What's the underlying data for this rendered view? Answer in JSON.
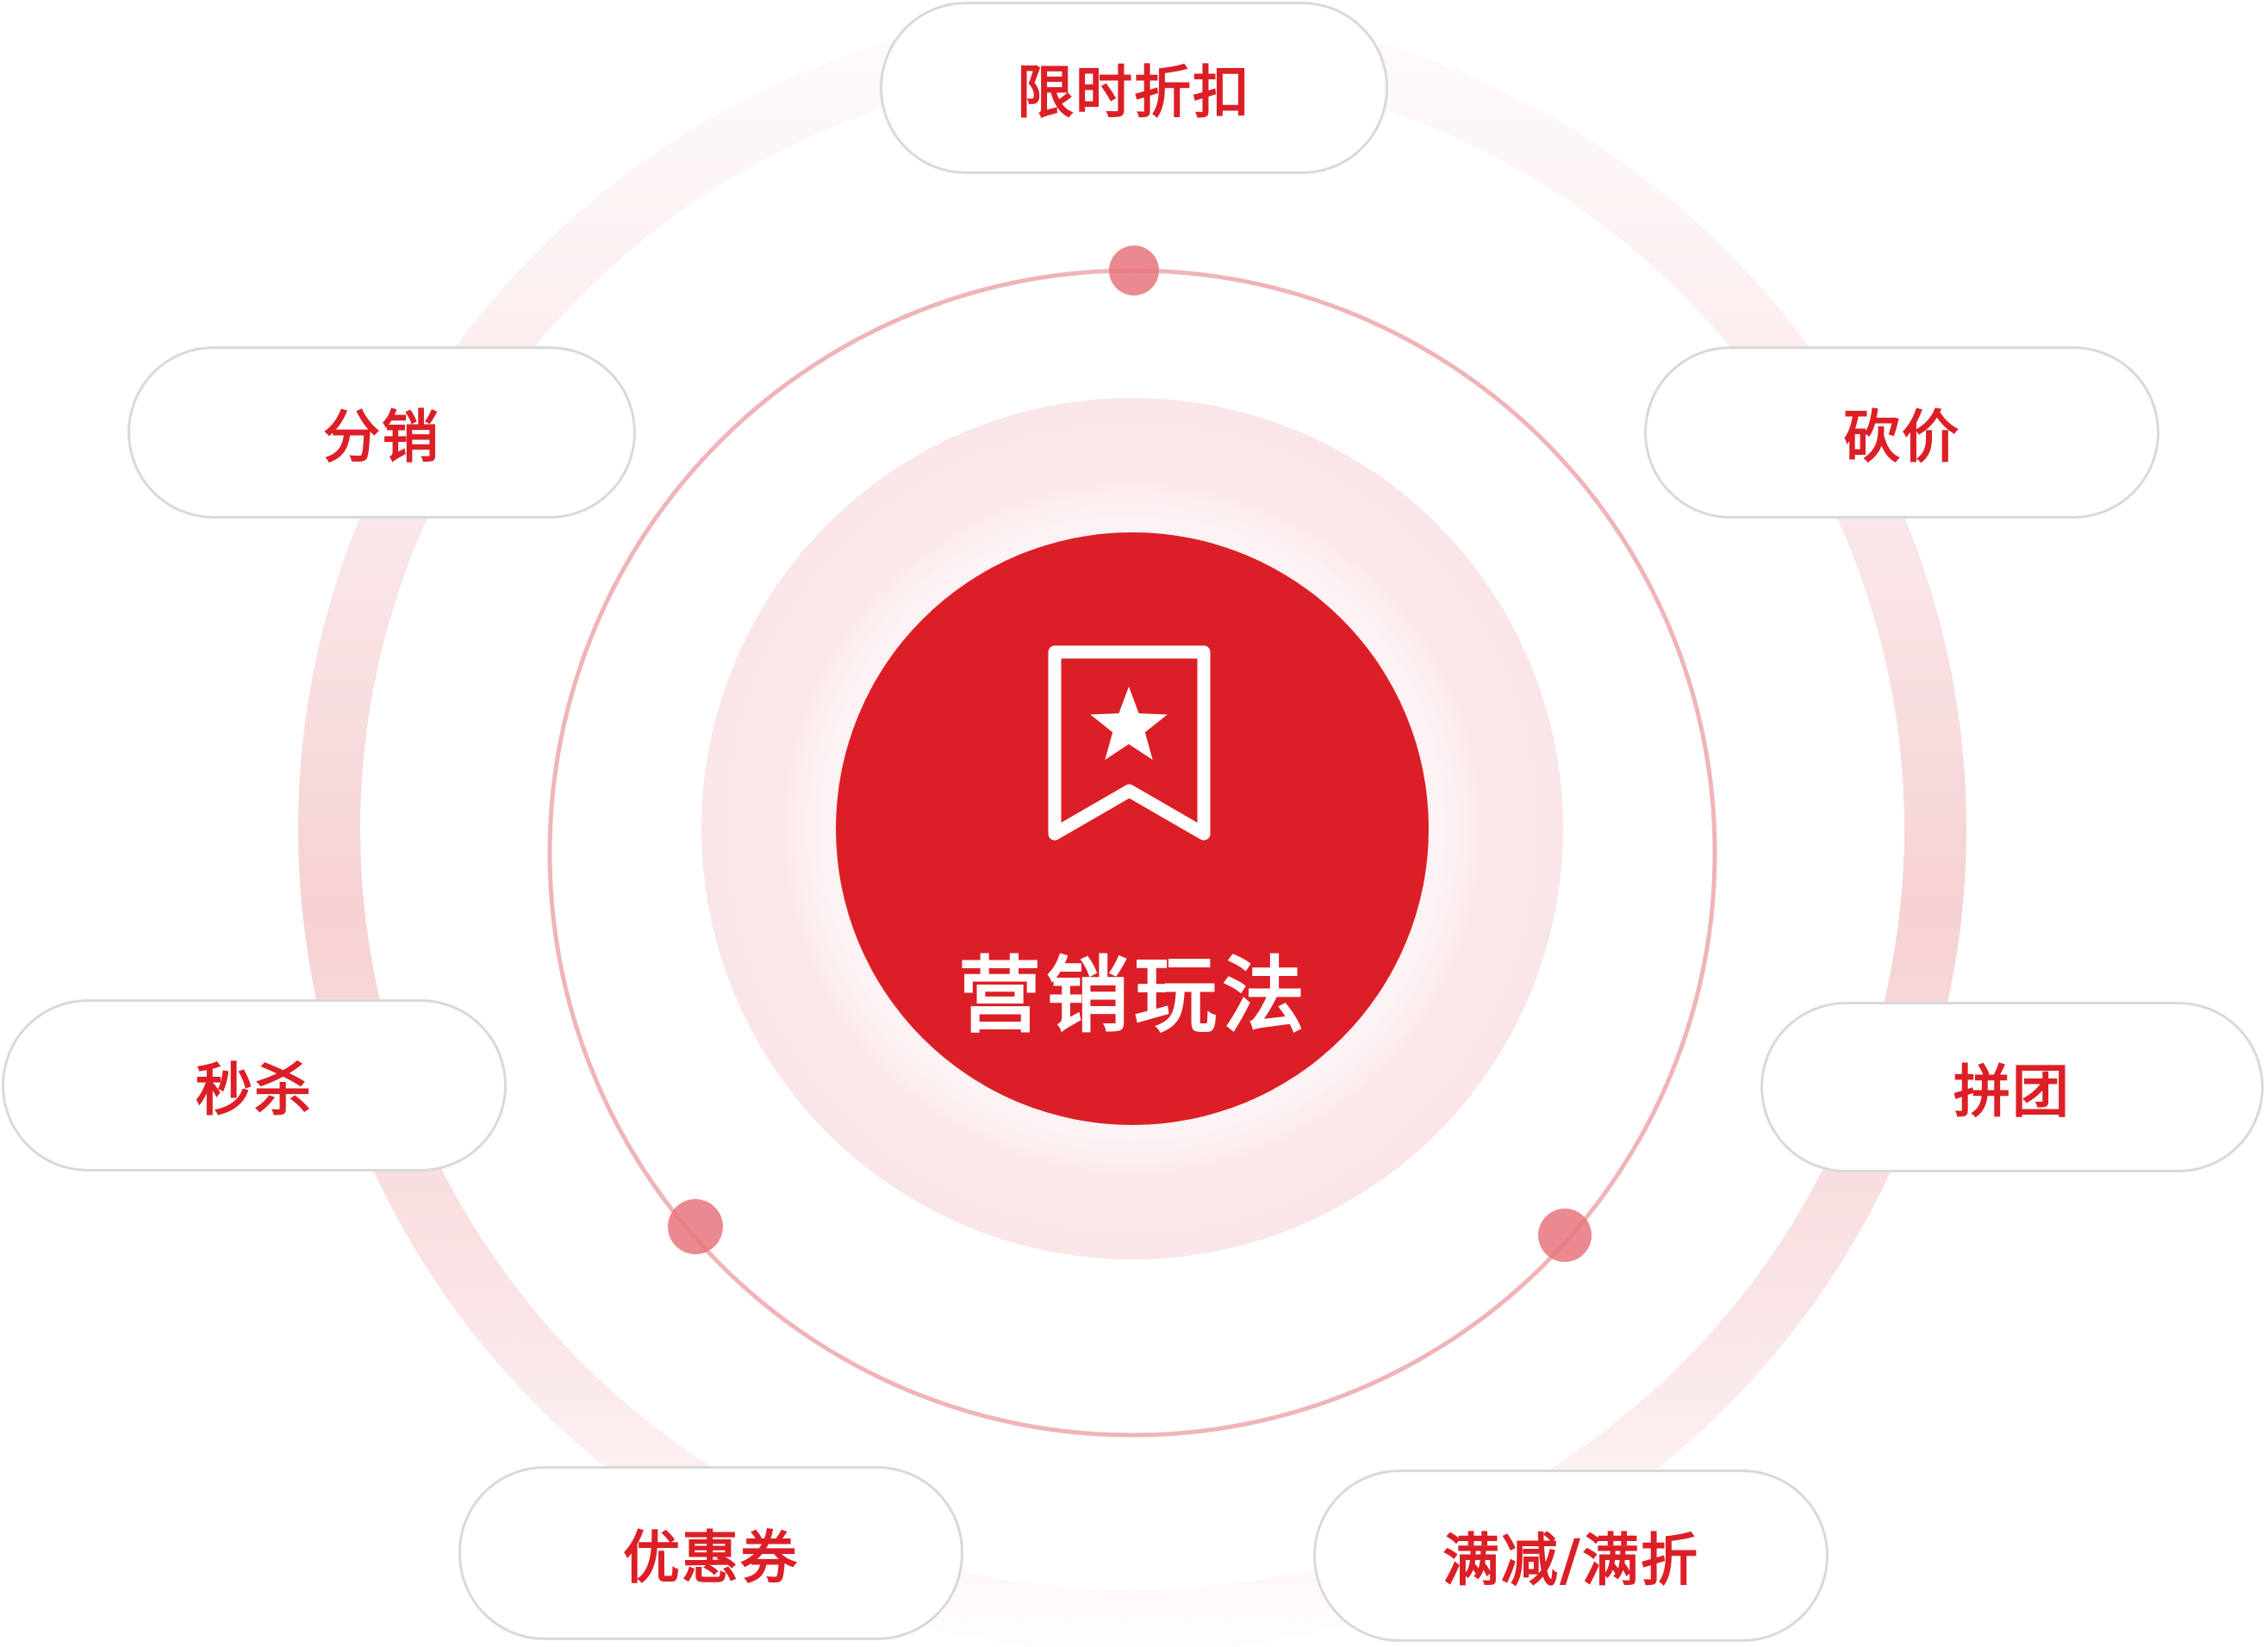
{
  "center": {
    "label": "营销玩法",
    "icon": "bookmark-star-icon"
  },
  "nodes": [
    {
      "id": "flash-discount",
      "label": "限时折扣"
    },
    {
      "id": "bargain",
      "label": "砍价"
    },
    {
      "id": "group-buy",
      "label": "拼团"
    },
    {
      "id": "full-reduction",
      "label": "满减/满折"
    },
    {
      "id": "coupon",
      "label": "优惠券"
    },
    {
      "id": "seckill",
      "label": "秒杀"
    },
    {
      "id": "distribution",
      "label": "分销"
    }
  ],
  "colors": {
    "accent": "#dc1f26",
    "ring": "#f0b4b8",
    "dot": "#e8747c",
    "pill_border": "#d9d9d9",
    "halo": "#fbe9ea"
  }
}
